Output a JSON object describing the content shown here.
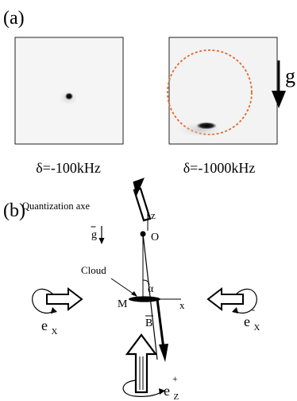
{
  "panel_a": {
    "label": "(a)",
    "images": [
      {
        "caption": "δ=-100kHz"
      },
      {
        "caption": "δ=-1000kHz"
      }
    ],
    "gravity_label": "g",
    "colors": {
      "circle": "#e8672a",
      "image_bg": "#f4f4f4",
      "cloud": "#111111"
    }
  },
  "panel_b": {
    "label": "(b)",
    "quantization_label": "Quantization axe",
    "z_label": "z",
    "o_label": "O",
    "g_label": "g",
    "cloud_label": "Cloud",
    "alpha_label": "α",
    "m_label": "M",
    "x_label": "x",
    "b_label": "B",
    "beam_left_label": {
      "base": "e",
      "sub": "X",
      "sup": "+"
    },
    "beam_right_label": {
      "base": "e",
      "sub": "X",
      "sup": "-"
    },
    "beam_bottom_label": {
      "base": "e",
      "sub": "Z",
      "sup": "+"
    }
  }
}
